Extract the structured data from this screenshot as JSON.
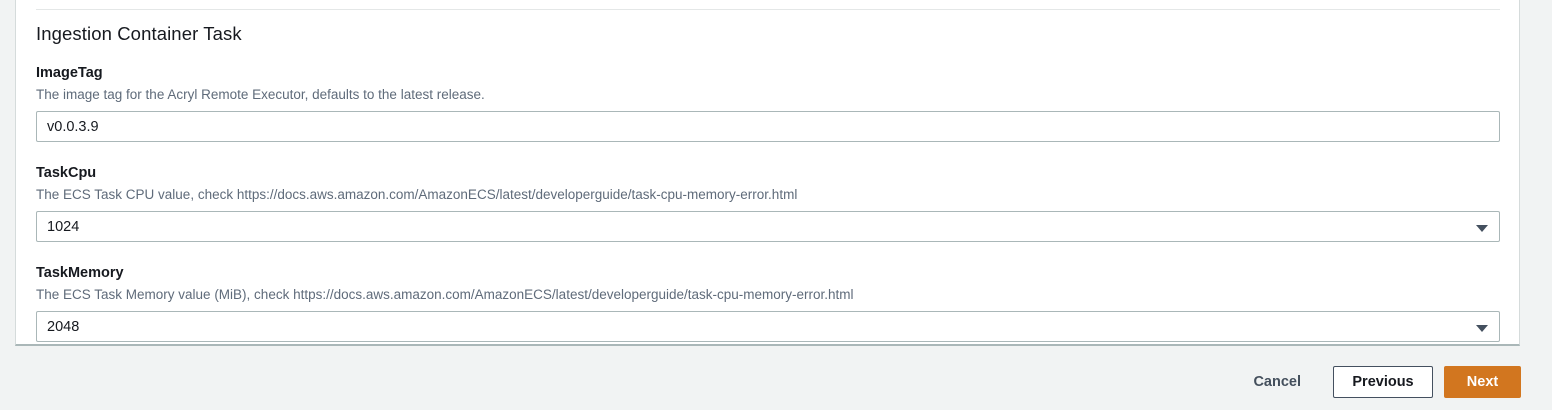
{
  "panel": {
    "title": "Ingestion Container Task",
    "fields": [
      {
        "label": "ImageTag",
        "description": "The image tag for the Acryl Remote Executor, defaults to the latest release.",
        "type": "text",
        "value": "v0.0.3.9"
      },
      {
        "label": "TaskCpu",
        "description": "The ECS Task CPU value, check https://docs.aws.amazon.com/AmazonECS/latest/developerguide/task-cpu-memory-error.html",
        "type": "select",
        "value": "1024",
        "caret_icon": "chevron-down-icon"
      },
      {
        "label": "TaskMemory",
        "description": "The ECS Task Memory value (MiB), check https://docs.aws.amazon.com/AmazonECS/latest/developerguide/task-cpu-memory-error.html",
        "type": "select",
        "value": "2048",
        "caret_icon": "chevron-down-icon"
      }
    ]
  },
  "footer": {
    "cancel_label": "Cancel",
    "previous_label": "Previous",
    "next_label": "Next"
  },
  "colors": {
    "page_background": "#f1f3f3",
    "panel_background": "#ffffff",
    "primary_button": "#d2761f",
    "label_text": "#16191f",
    "description_text": "#5f6b7a",
    "control_border": "#aab7b8"
  }
}
